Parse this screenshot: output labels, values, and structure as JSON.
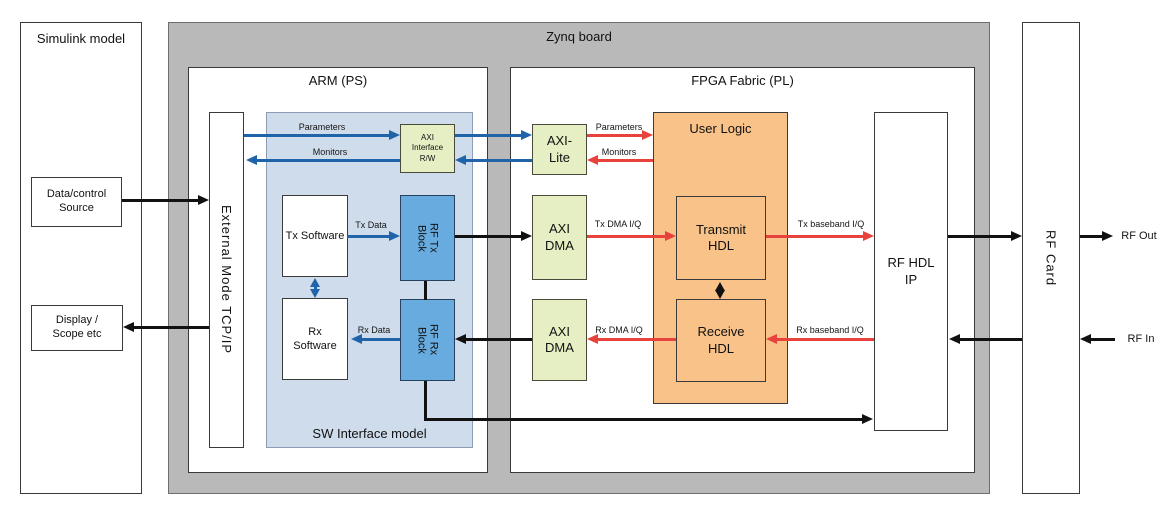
{
  "titles": {
    "simulink": "Simulink model",
    "zynq": "Zynq board",
    "arm": "ARM (PS)",
    "fpga": "FPGA Fabric (PL)",
    "user_logic": "User Logic",
    "sw_interface": "SW Interface model"
  },
  "blocks": {
    "data_source": "Data/control\nSource",
    "display_scope": "Display /\nScope etc",
    "external_mode": "External Mode TCP/IP",
    "axi_interface": "AXI\nInterface\nR/W",
    "tx_software": "Tx Software",
    "rx_software": "Rx\nSoftware",
    "rf_tx_block": "RF Tx\nBlock",
    "rf_rx_block": "RF Rx\nBlock",
    "axi_lite": "AXI-\nLite",
    "axi_dma_tx": "AXI\nDMA",
    "axi_dma_rx": "AXI\nDMA",
    "transmit_hdl": "Transmit\nHDL",
    "receive_hdl": "Receive\nHDL",
    "rf_hdl_ip": "RF HDL\nIP",
    "rf_card": "RF Card"
  },
  "arrow_labels": {
    "parameters_arm": "Parameters",
    "monitors_arm": "Monitors",
    "tx_data": "Tx Data",
    "rx_data": "Rx Data",
    "parameters_fpga": "Parameters",
    "monitors_fpga": "Monitors",
    "tx_dma_iq": "Tx DMA I/Q",
    "rx_dma_iq": "Rx DMA I/Q",
    "tx_baseband_iq": "Tx baseband I/Q",
    "rx_baseband_iq": "Rx baseband I/Q",
    "rf_out": "RF Out",
    "rf_in": "RF In"
  },
  "colors": {
    "blue_arrow": "#1f64a8",
    "red_arrow": "#e8423d",
    "black_arrow": "#111111",
    "panel_blue": "#cfdcec",
    "block_blue": "#68acdf",
    "block_yellow_green": "#e6efc4",
    "block_orange": "#f8c288",
    "board_gray": "#b9b9b9"
  }
}
